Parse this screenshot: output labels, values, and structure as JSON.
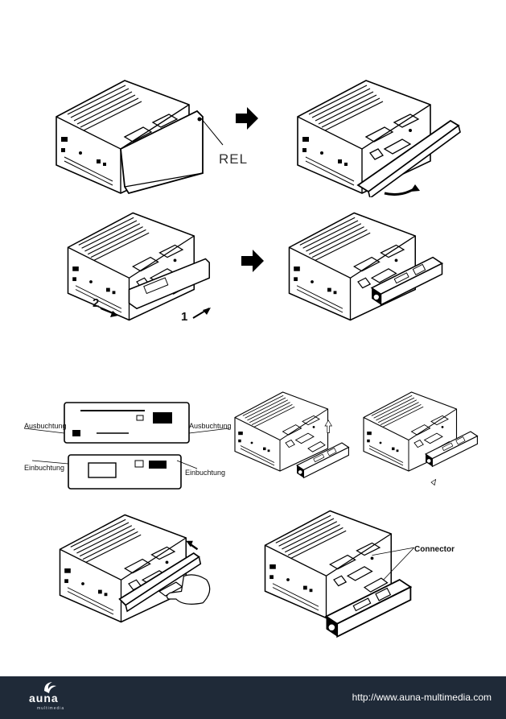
{
  "figure1": {
    "rel_label": "REL"
  },
  "figure2": {
    "step1_label": "1",
    "step2_label": "2"
  },
  "figure3": {
    "left_top_label": "Ausbuchtung",
    "right_top_label": "Ausbuchtung",
    "left_bottom_label": "Einbuchtung",
    "right_bottom_label": "Einbuchtung"
  },
  "figure4": {
    "connector_label": "Connector"
  },
  "footer": {
    "brand": "auna",
    "brand_sub": "multimedia",
    "url": "http://www.auna-multimedia.com",
    "background_color": "#1f2a38"
  }
}
